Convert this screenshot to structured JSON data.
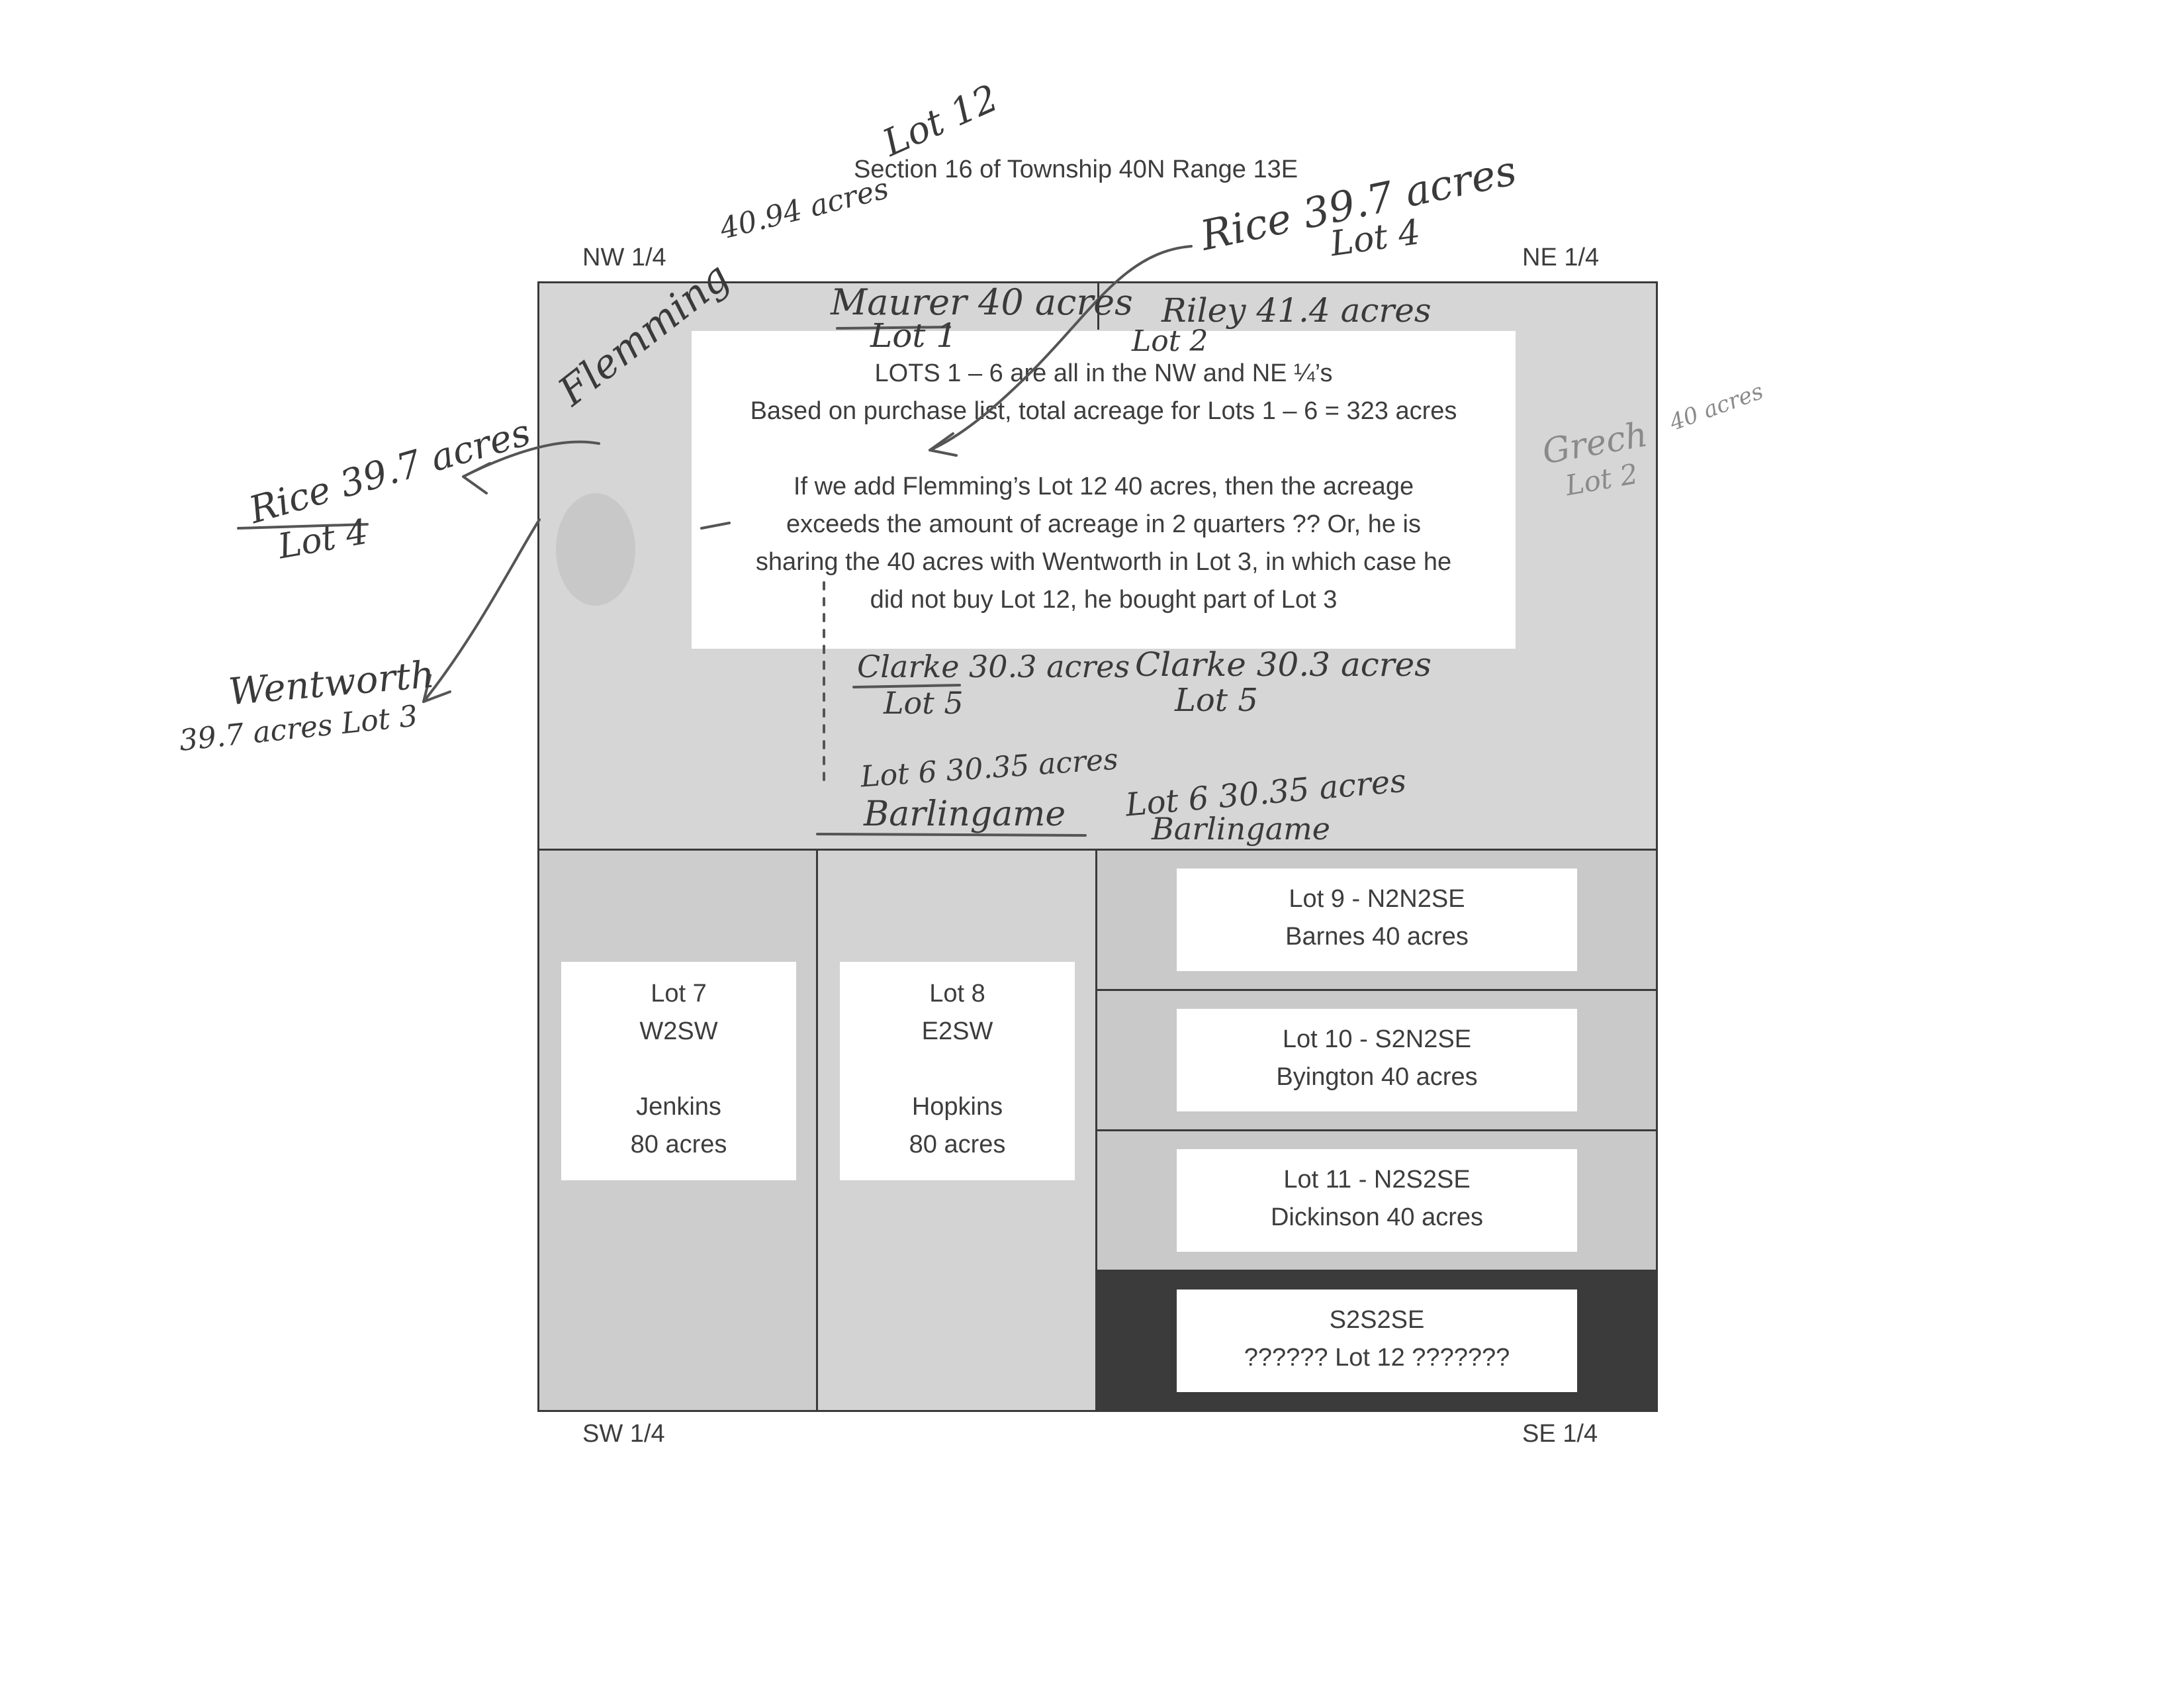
{
  "title": "Section 16 of Township 40N Range 13E",
  "quarters": {
    "nw": "NW 1/4",
    "ne": "NE 1/4",
    "sw": "SW 1/4",
    "se": "SE 1/4"
  },
  "note": {
    "line1": "LOTS 1 – 6 are all in the NW and NE ¼’s",
    "line2": "Based on purchase list, total acreage for Lots 1 – 6 = 323 acres",
    "line3": "If we add Flemming’s Lot 12  40 acres, then the acreage",
    "line4": "exceeds the amount of acreage in 2 quarters ?? Or, he is",
    "line5": "sharing the 40 acres with Wentworth in Lot 3, in which case he",
    "line6": "did not buy Lot 12, he bought part of Lot 3"
  },
  "lots": {
    "lot7": {
      "line1": "Lot 7",
      "line2": "W2SW",
      "line3": "Jenkins",
      "line4": "80 acres"
    },
    "lot8": {
      "line1": "Lot 8",
      "line2": "E2SW",
      "line3": "Hopkins",
      "line4": "80 acres"
    },
    "lot9": {
      "line1": "Lot 9 -  N2N2SE",
      "line2": "Barnes 40 acres"
    },
    "lot10": {
      "line1": "Lot 10 -  S2N2SE",
      "line2": "Byington 40 acres"
    },
    "lot11": {
      "line1": "Lot 11 -  N2S2SE",
      "line2": "Dickinson 40 acres"
    },
    "lot12": {
      "line1": "S2S2SE",
      "line2": "??????  Lot 12 ???????"
    }
  },
  "handwriting": {
    "lot12_top": "Lot 12",
    "acres_40_94": "40.94 acres",
    "flemming": "Flemming",
    "maurer": "Maurer 40 acres",
    "lot1": "Lot 1",
    "riley": "Riley 41.4 acres",
    "lot2": "Lot 2",
    "rice_top": "Rice 39.7 acres",
    "rice_top_lot": "Lot 4",
    "grech": "Grech",
    "grech_lot": "Lot 2",
    "grech_acres": "40 acres",
    "rice_left": "Rice 39.7 acres",
    "rice_left_lot": "Lot 4",
    "wentworth": "Wentworth",
    "wentworth_acres": "39.7 acres Lot 3",
    "clarke_left": "Clarke 30.3 acres",
    "clarke_left_lot": "Lot 5",
    "clarke_right": "Clarke 30.3 acres",
    "clarke_right_lot": "Lot 5",
    "lot6_left": "Lot 6 30.35 acres",
    "barlingame_left": "Barlingame",
    "lot6_right": "Lot 6 30.35 acres",
    "barlingame_right": "Barlingame"
  },
  "colors": {
    "north_fill": "#d6d6d6",
    "south_fill": "#cdcdcd",
    "dark_lot": "#3b3b3b",
    "border": "#3a3a3a"
  }
}
